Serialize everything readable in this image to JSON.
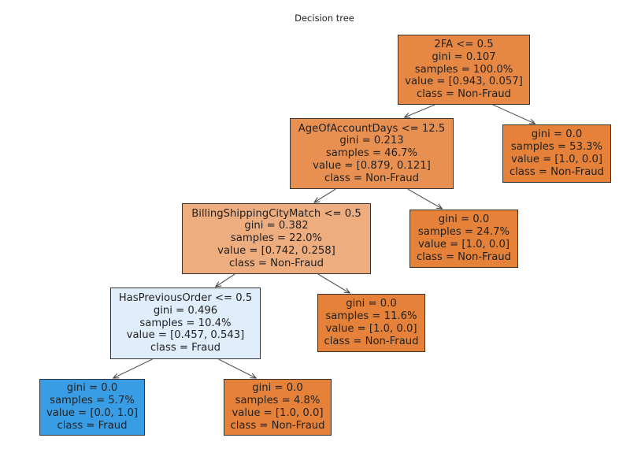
{
  "title": "Decision tree",
  "colors": {
    "non_fraud_pure": "#e58139",
    "fraud_pure": "#399de5"
  },
  "nodes": [
    {
      "id": "root",
      "lines": [
        "2FA <= 0.5",
        "gini = 0.107",
        "samples = 100.0%",
        "value = [0.943, 0.057]",
        "class = Non-Fraud"
      ],
      "color": "#e68844"
    },
    {
      "id": "n1",
      "lines": [
        "AgeOfAccountDays <= 12.5",
        "gini = 0.213",
        "samples = 46.7%",
        "value = [0.879, 0.121]",
        "class = Non-Fraud"
      ],
      "color": "#e89051"
    },
    {
      "id": "n1r",
      "lines": [
        "gini = 0.0",
        "samples = 53.3%",
        "value = [1.0, 0.0]",
        "class = Non-Fraud"
      ],
      "color": "#e58139"
    },
    {
      "id": "n2",
      "lines": [
        "BillingShippingCityMatch <= 0.5",
        "gini = 0.382",
        "samples = 22.0%",
        "value = [0.742, 0.258]",
        "class = Non-Fraud"
      ],
      "color": "#eead7e"
    },
    {
      "id": "n2r",
      "lines": [
        "gini = 0.0",
        "samples = 24.7%",
        "value = [1.0, 0.0]",
        "class = Non-Fraud"
      ],
      "color": "#e58139"
    },
    {
      "id": "n3",
      "lines": [
        "HasPreviousOrder <= 0.5",
        "gini = 0.496",
        "samples = 10.4%",
        "value = [0.457, 0.543]",
        "class = Fraud"
      ],
      "color": "#e0eefb"
    },
    {
      "id": "n3r",
      "lines": [
        "gini = 0.0",
        "samples = 11.6%",
        "value = [1.0, 0.0]",
        "class = Non-Fraud"
      ],
      "color": "#e58139"
    },
    {
      "id": "n4l",
      "lines": [
        "gini = 0.0",
        "samples = 5.7%",
        "value = [0.0, 1.0]",
        "class = Fraud"
      ],
      "color": "#399de5"
    },
    {
      "id": "n4r",
      "lines": [
        "gini = 0.0",
        "samples = 4.8%",
        "value = [1.0, 0.0]",
        "class = Non-Fraud"
      ],
      "color": "#e58139"
    }
  ],
  "edges": [
    {
      "from": "root",
      "to": "n1"
    },
    {
      "from": "root",
      "to": "n1r"
    },
    {
      "from": "n1",
      "to": "n2"
    },
    {
      "from": "n1",
      "to": "n2r"
    },
    {
      "from": "n2",
      "to": "n3"
    },
    {
      "from": "n2",
      "to": "n3r"
    },
    {
      "from": "n3",
      "to": "n4l"
    },
    {
      "from": "n3",
      "to": "n4r"
    }
  ]
}
